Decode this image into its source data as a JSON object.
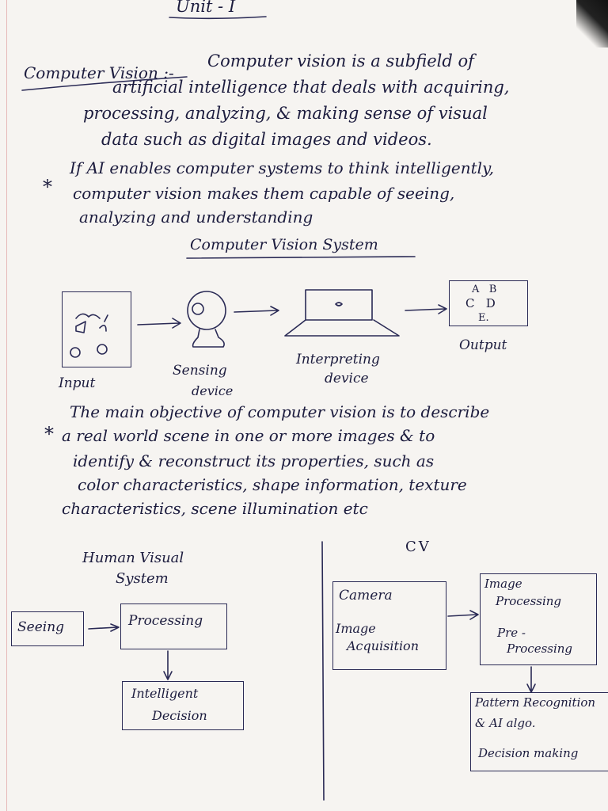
{
  "header": {
    "unit": "Unit - I"
  },
  "definition": {
    "term": "Computer Vision :-",
    "lines": [
      "Computer vision is a subfield of",
      "artificial intelligence that deals with acquiring,",
      "processing, analyzing, & making sense of visual",
      "data such as digital images and videos."
    ]
  },
  "note1": {
    "bullet": "*",
    "lines": [
      "If AI enables computer systems to think intelligently,",
      "computer vision makes them capable of seeing,",
      "analyzing and understanding"
    ]
  },
  "system_diagram": {
    "title": "Computer Vision System",
    "output_letters": {
      "row1": "A   B",
      "row2": "C   D",
      "row3": "E."
    },
    "labels": {
      "input": "Input",
      "sensing": [
        "Sensing",
        "device"
      ],
      "interpreting": [
        "Interpreting",
        "device"
      ],
      "output": "Output"
    }
  },
  "note2": {
    "bullet": "*",
    "lines": [
      "The main objective of computer vision is to describe",
      "a real world scene in one or more images & to",
      "identify & reconstruct its properties, such as",
      "color characteristics, shape information, texture",
      "characteristics, scene illumination etc"
    ]
  },
  "hvs": {
    "title": [
      "Human Visual",
      "System"
    ],
    "seeing": "Seeing",
    "processing": "Processing",
    "decision": [
      "Intelligent",
      "Decision"
    ]
  },
  "cv": {
    "title": "CV",
    "camera": [
      "Camera",
      "Image",
      "Acquisition"
    ],
    "image_processing": [
      "Image",
      "Processing",
      "Pre -",
      "Processing"
    ],
    "pattern": [
      "Pattern Recognition",
      "& AI algo.",
      "Decision making"
    ]
  }
}
